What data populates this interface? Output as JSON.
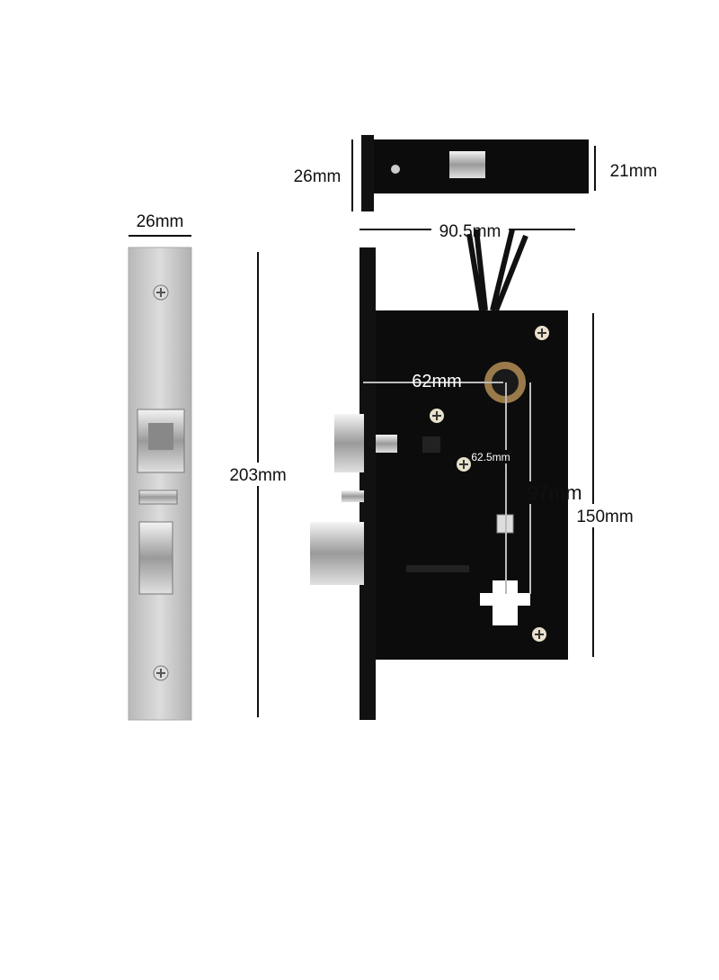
{
  "dimensions": {
    "faceplate_width": "26mm",
    "faceplate_height": "203mm",
    "top_view_depth": "26mm",
    "top_view_body_thickness": "21mm",
    "body_length": "90.5mm",
    "backset": "62mm",
    "spindle_to_cylinder_inner": "62.5mm",
    "spindle_to_cylinder": "97mm",
    "body_height": "150mm"
  },
  "colors": {
    "body": "#0c0c0c",
    "steel": "#c9c9c9",
    "brass": "#9a7a4a"
  }
}
